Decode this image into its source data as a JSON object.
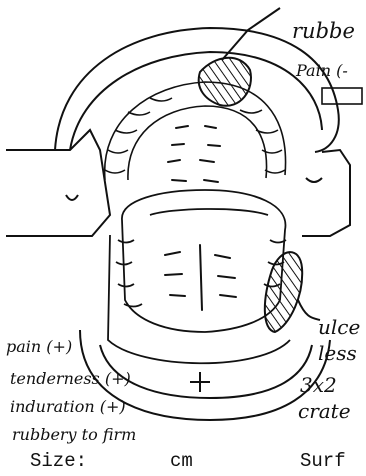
{
  "annotations": {
    "top_right": [
      "rubbe",
      "Pain (-"
    ],
    "left_block": [
      "pain (+)",
      "tenderness (+)",
      "induration (+)",
      "rubbery to firm"
    ],
    "right_block": [
      "ulce",
      "less",
      "3x2",
      "crate"
    ]
  },
  "form": {
    "size_label": "Size:",
    "size_unit": "cm",
    "surface_label": "Surf"
  }
}
